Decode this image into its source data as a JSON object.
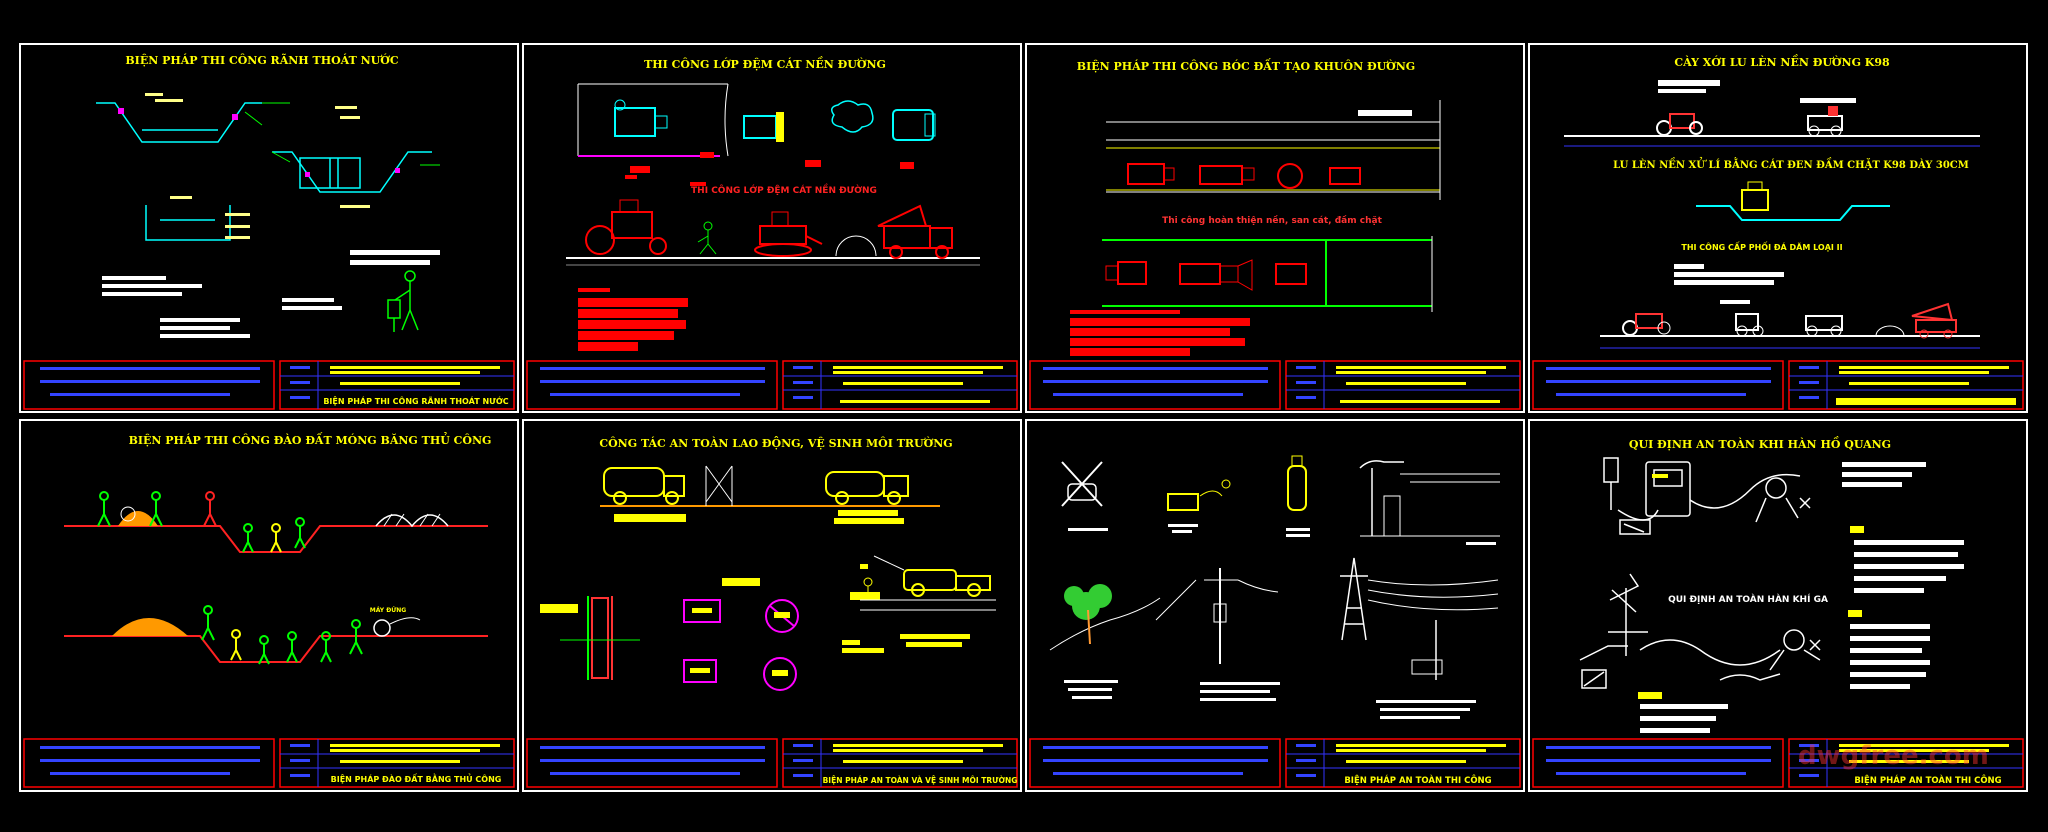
{
  "sheets": [
    {
      "title": "BIỆN PHÁP THI CÔNG RÃNH THOÁT NƯỚC",
      "footer_title": "BIỆN PHÁP THI CÔNG RÃNH THOÁT NƯỚC"
    },
    {
      "title": "THI CÔNG LỚP ĐỆM CÁT NỀN ĐƯỜNG",
      "caption": "THI CÔNG LỚP ĐỆM CÁT NỀN ĐƯỜNG"
    },
    {
      "title": "BIỆN PHÁP THI CÔNG BÓC ĐẤT TẠO KHUÔN ĐƯỜNG",
      "caption": "Thi công hoàn thiện nền, san cát, đầm chặt"
    },
    {
      "title": "CÀY XỚI LU LÈN NỀN ĐƯỜNG K98",
      "subtitle": "LU LÈN NỀN XỬ LÍ BẰNG CÁT  ĐEN ĐẦM CHẶT K98 DÀY 30CM",
      "subtitle2": "THI CÔNG CẤP PHỐI ĐÁ DĂM LOẠI II"
    },
    {
      "title": "BIỆN PHÁP THI CÔNG ĐÀO ĐẤT MÓNG BĂNG THỦ CÔNG",
      "footer_title": "BIỆN PHÁP ĐÀO ĐẤT BẰNG THỦ CÔNG"
    },
    {
      "title": "CÔNG TÁC AN TOÀN LAO ĐỘNG, VỆ SINH MÔI TRƯỜNG",
      "footer_title": "BIỆN PHÁP AN TOÀN VÀ VỆ SINH MÔI TRƯỜNG"
    },
    {
      "title": "",
      "footer_title": "BIỆN PHÁP AN TOÀN THI CÔNG"
    },
    {
      "title": "QUI ĐỊNH AN TOÀN KHI HÀN HỒ QUANG",
      "subtitle": "QUI ĐỊNH AN TOÀN HÀN KHÍ GA",
      "footer_title": "BIỆN PHÁP AN TOÀN THI CÔNG"
    }
  ],
  "labels": {
    "may_dung": "MÁY ĐỨNG"
  },
  "watermark": "dwgfree.com",
  "colors": {
    "background": "#000000",
    "sheet_border": "#ffffff",
    "title": "#ffff00",
    "frame_red": "#ff0000",
    "footer_blue": "#3333ff",
    "cyan": "#00ffff",
    "green": "#00ff00",
    "magenta": "#ff00ff",
    "white": "#ffffff"
  }
}
